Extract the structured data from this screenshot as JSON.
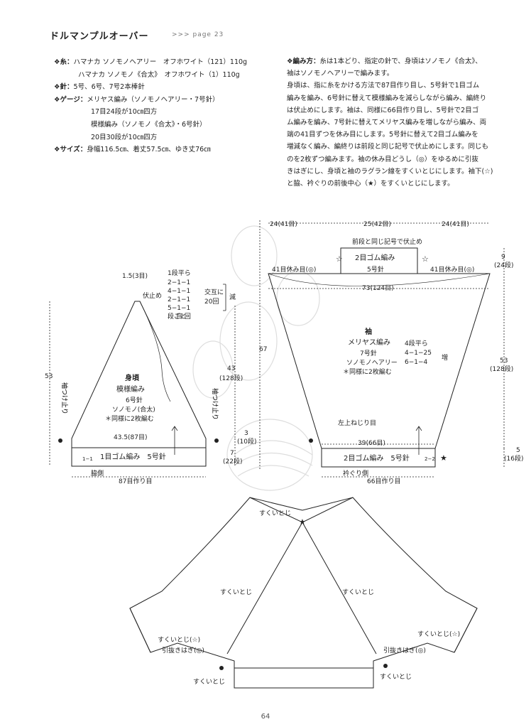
{
  "header": {
    "title": "ドルマンプルオーバー",
    "page_ref": ">>> page 23"
  },
  "specs": {
    "yarn_label": "❖糸：",
    "yarn_lines": [
      "ハマナカ ソノモノヘアリー　オフホワイト（121）110g",
      "ハマナカ ソノモノ《合太》　オフホワイト（1）110g"
    ],
    "needle_label": "❖針：",
    "needle": "5号、6号、7号2本棒針",
    "gauge_label": "❖ゲージ：",
    "gauge_lines": [
      "メリヤス編み（ソノモノヘアリー・7号針）",
      "17目24段が10㎝四方",
      "模様編み（ソノモノ《合太》・6号針）",
      "20目30段が10㎝四方"
    ],
    "size_label": "❖サイズ：",
    "size": "身幅116.5㎝、着丈57.5㎝、ゆき丈76㎝"
  },
  "method": {
    "label": "❖編み方：",
    "lines": [
      "糸は1本どり、指定の針で、身頃はソノモノ《合太》、",
      "袖はソノモノヘアリーで編みます。",
      "身頃は、指に糸をかける方法で87目作り目し、5号針で1目ゴム",
      "編みを編み、6号針に替えて模様編みを減らしながら編み、編終り",
      "は伏止めにします。袖は、同様に66目作り目し、5号針で2目ゴ",
      "ム編みを編み、7号針に替えてメリヤス編みを増しながら編み、両",
      "端の41目ずつを休み目にします。5号針に替えて2目ゴム編みを",
      "増減なく編み、編終りは前段と同じ記号で伏止めにします。同じも",
      "のを2枚ずつ編みます。袖の休み目どうし（◎）をゆるめに引抜",
      "きはぎにし、身頃と袖のラグラン線をすくいとじにします。袖下(☆)",
      "と脇、衿ぐりの前後中心（★）をすくいとじにします。"
    ]
  },
  "body_piece": {
    "top": "1.5(3目)",
    "bind_off": "伏止め",
    "dec_title": "1段平ら",
    "dec_rows": [
      "2−1−1",
      "4−1−1",
      "2−1−1",
      "5−1−1"
    ],
    "dec_alt": "交互に",
    "dec_times": "20回",
    "dec_label": "減",
    "dec_vert": "段ごと",
    "dec_cols": "目 回",
    "height_total": "53",
    "height_main": "43",
    "height_main_rows": "(128段)",
    "height_rib": "7",
    "height_rib_rows": "(22段)",
    "height_stop": "3",
    "height_stop_rows": "(10段)",
    "name": "身頃",
    "stitch": "模様編み",
    "needle": "6号針",
    "yarn": "ソノモノ(合太)",
    "note": "＊同様に2枚編む",
    "left_mark": "袖つけ止り",
    "right_mark": "袖つけ止り",
    "width": "43.5(87目)",
    "rib": "1目ゴム編み　5号針",
    "rib_mark": "1−1",
    "side": "脇側",
    "cast_on": "87目作り目"
  },
  "sleeve": {
    "top_left": "24(41目)",
    "top_mid": "25(42目)",
    "top_right": "24(41目)",
    "bind_off_note": "前段と同じ記号で伏止め",
    "cuff_rib": "2目ゴム編み",
    "cuff_needle": "5号針",
    "hold_left": "41目休み目(◎)",
    "hold_right": "41目休み目(◎)",
    "width_top": "73(124目)",
    "name": "袖",
    "stitch": "メリヤス編み",
    "needle": "7号針",
    "yarn": "ソノモノヘアリー",
    "note": "＊同様に2枚編む",
    "inc_title": "4段平ら",
    "inc_rows": [
      "4−1−25",
      "6−1−4"
    ],
    "inc_label": "増",
    "height_total": "67",
    "h_top": "9",
    "h_top_rows": "(24段)",
    "h_main": "53",
    "h_main_rows": "(128段)",
    "h_bottom": "5",
    "h_bottom_rows": "(16段)",
    "twist": "左上ねじり目",
    "width_bottom": "39(66目)",
    "rib": "2目ゴム編み　5号針",
    "rib_mark": "2−2",
    "neck_side": "衿ぐり側",
    "cast_on": "66目作り目"
  },
  "assembly": {
    "sukui_top": "すくいとじ",
    "sukui_left": "すくいとじ",
    "sukui_right": "すくいとじ",
    "star_left": "すくいとじ(☆)",
    "star_right": "すくいとじ(☆)",
    "hikinuki_left": "引抜きはぎ(◎)",
    "hikinuki_right": "引抜きはぎ(◎)",
    "sukui_bottom_left": "すくいとじ",
    "sukui_bottom_right": "すくいとじ"
  },
  "footer": {
    "page_number": "64"
  }
}
